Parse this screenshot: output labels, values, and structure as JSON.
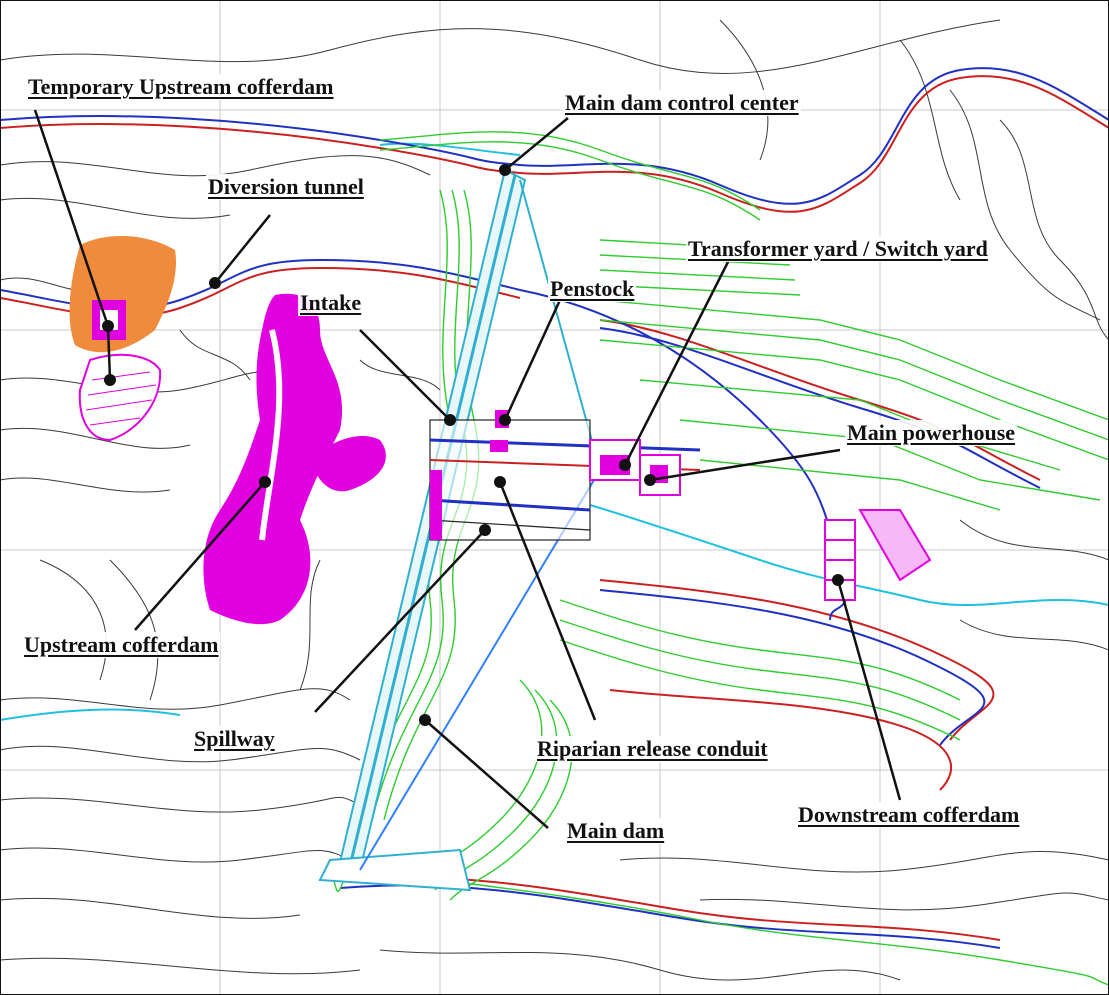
{
  "figure": {
    "labels": {
      "temporary_upstream_cofferdam": "Temporary Upstream cofferdam",
      "main_dam_control_center": "Main dam control center",
      "diversion_tunnel": "Diversion tunnel",
      "transformer_switch_yard": "Transformer yard / Switch yard",
      "penstock": "Penstock",
      "intake": "Intake",
      "main_powerhouse": "Main powerhouse",
      "upstream_cofferdam": "Upstream cofferdam",
      "spillway": "Spillway",
      "riparian_release_conduit": "Riparian release conduit",
      "downstream_cofferdam": "Downstream cofferdam",
      "main_dam": "Main dam"
    },
    "colors": {
      "contour": "#3a3a3a",
      "cut_slope": "#2ecc2e",
      "structure": "#e000e0",
      "cofferdam_fill": "#f08a3c",
      "road_red": "#cc2020",
      "road_blue": "#2030c0",
      "river": "#20c0e0",
      "dam_axis": "#30b0d0"
    }
  }
}
